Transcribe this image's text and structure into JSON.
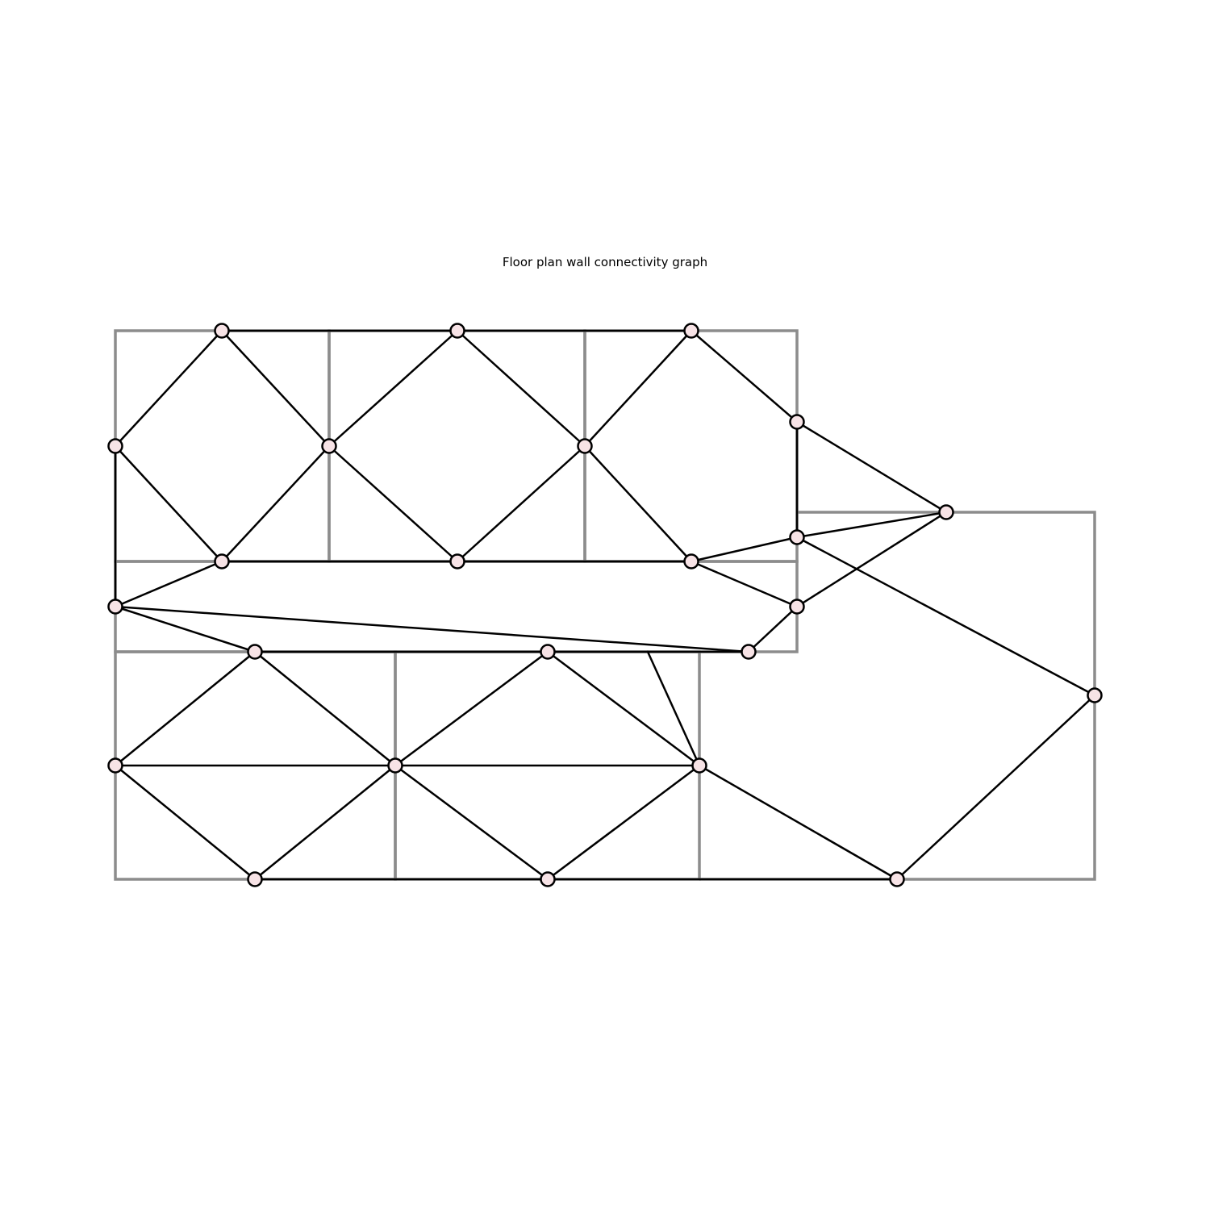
{
  "title": "Floor plan wall connectivity graph",
  "colors": {
    "wall": "#8c8c8c",
    "edge": "#000000",
    "node_fill": "#f7e3e6",
    "node_stroke": "#000000",
    "background": "#ffffff"
  },
  "graph": {
    "nodes": [
      "n1",
      "n2",
      "n3",
      "n4",
      "n5",
      "n6",
      "n7",
      "n8",
      "n9",
      "n10",
      "n11",
      "n12",
      "n13",
      "n14",
      "n15",
      "n16",
      "n17",
      "n18",
      "n19",
      "n20",
      "n21",
      "n22",
      "n23",
      "n24",
      "n25"
    ],
    "edges": [
      [
        "n1",
        "n2"
      ],
      [
        "n2",
        "n3"
      ],
      [
        "n1",
        "n4"
      ],
      [
        "n1",
        "n5"
      ],
      [
        "n2",
        "n5"
      ],
      [
        "n2",
        "n6"
      ],
      [
        "n3",
        "n6"
      ],
      [
        "n3",
        "n7"
      ],
      [
        "n4",
        "n8"
      ],
      [
        "n5",
        "n8"
      ],
      [
        "n5",
        "n9"
      ],
      [
        "n6",
        "n9"
      ],
      [
        "n6",
        "n10"
      ],
      [
        "n8",
        "n9"
      ],
      [
        "n9",
        "n10"
      ],
      [
        "n4",
        "n11"
      ],
      [
        "n8",
        "n11"
      ],
      [
        "n7",
        "n12"
      ],
      [
        "n7",
        "n13"
      ],
      [
        "n12",
        "n13"
      ],
      [
        "n10",
        "n13"
      ],
      [
        "n10",
        "n14"
      ],
      [
        "n14",
        "n15"
      ],
      [
        "n11",
        "n15"
      ],
      [
        "n11",
        "n16"
      ],
      [
        "n16",
        "n17"
      ],
      [
        "n17",
        "n18"
      ],
      [
        "n18",
        "n15"
      ],
      [
        "n16",
        "n19"
      ],
      [
        "n16",
        "n20"
      ],
      [
        "n17",
        "n20"
      ],
      [
        "n17",
        "n21"
      ],
      [
        "n18",
        "n21"
      ],
      [
        "n19",
        "n20"
      ],
      [
        "n20",
        "n21"
      ],
      [
        "n19",
        "n22"
      ],
      [
        "n20",
        "n22"
      ],
      [
        "n20",
        "n23"
      ],
      [
        "n21",
        "n23"
      ],
      [
        "n21",
        "n24"
      ],
      [
        "n22",
        "n23"
      ],
      [
        "n23",
        "n24"
      ],
      [
        "n24",
        "n25"
      ],
      [
        "n25",
        "n13"
      ],
      [
        "n12",
        "n14"
      ]
    ]
  }
}
